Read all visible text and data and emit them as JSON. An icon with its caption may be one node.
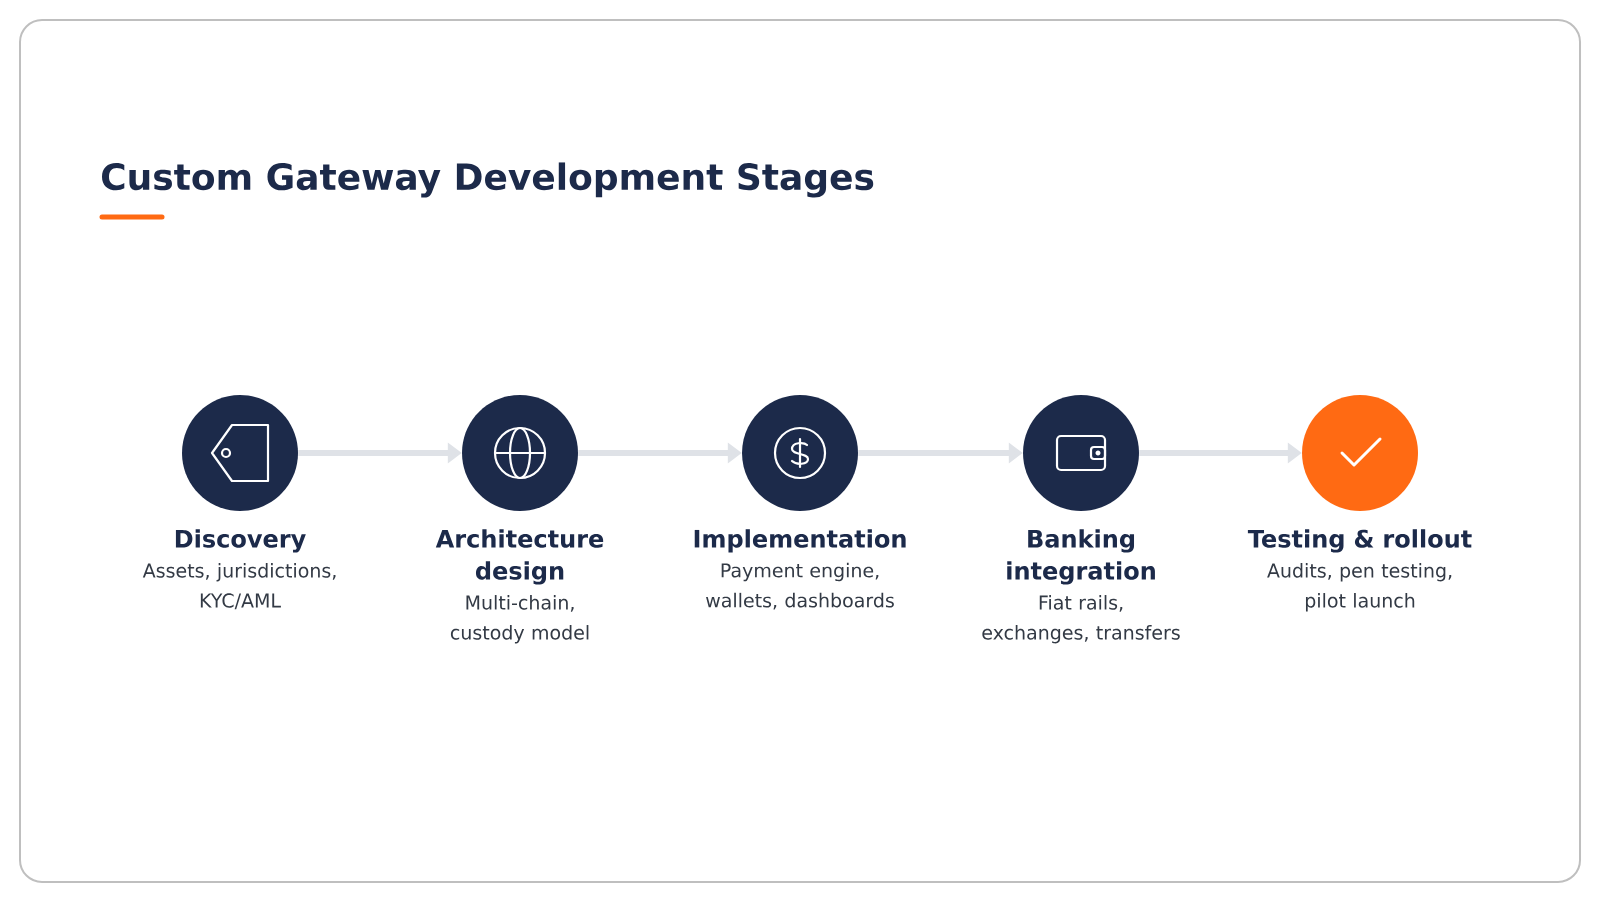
{
  "diagram": {
    "title": "Custom Gateway Development Stages",
    "nodes": [
      {
        "text": [
          "Discovery",
          "Assets, jurisdictions, KYC/AML"
        ]
      },
      {
        "text": [
          "Architecture design",
          "Multi-chain, custody model"
        ]
      },
      {
        "text": [
          "Implementation",
          "Payment engine, wallets, dashboards"
        ]
      },
      {
        "text": [
          "Banking integration",
          "Fiat rails, exchanges, transfers"
        ]
      },
      {
        "text": [
          "Testing & rollout",
          "Audits, pen testing, pilot launch"
        ]
      }
    ],
    "edges": [
      {
        "from": 0,
        "to": 1,
        "arrow": "to"
      },
      {
        "from": 1,
        "to": 2,
        "arrow": "to"
      },
      {
        "from": 2,
        "to": 3,
        "arrow": "to"
      },
      {
        "from": 3,
        "to": 4,
        "arrow": "to"
      }
    ]
  }
}
